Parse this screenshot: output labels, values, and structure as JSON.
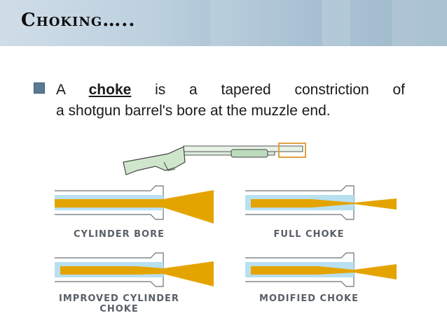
{
  "slide": {
    "title": "Choking…..",
    "bullet": {
      "prefix": "A",
      "term": "choke",
      "rest_line1": [
        "is",
        "a",
        "tapered",
        "constriction",
        "of"
      ],
      "line2": "a shotgun barrel's bore at the muzzle end."
    }
  },
  "diagram": {
    "labels": {
      "cylinder_bore": "CYLINDER BORE",
      "full_choke": "FULL CHOKE",
      "improved_cylinder_line1": "IMPROVED CYLINDER",
      "improved_cylinder_line2": "CHOKE",
      "modified_choke": "MODIFIED CHOKE"
    }
  },
  "colors": {
    "shot_pattern": "#e4a400",
    "barrel_fill": "#b8e0f0",
    "gun_stock": "#cfe6cc",
    "muzzle_highlight": "#e0a040",
    "bullet_marker": "#587a92"
  }
}
